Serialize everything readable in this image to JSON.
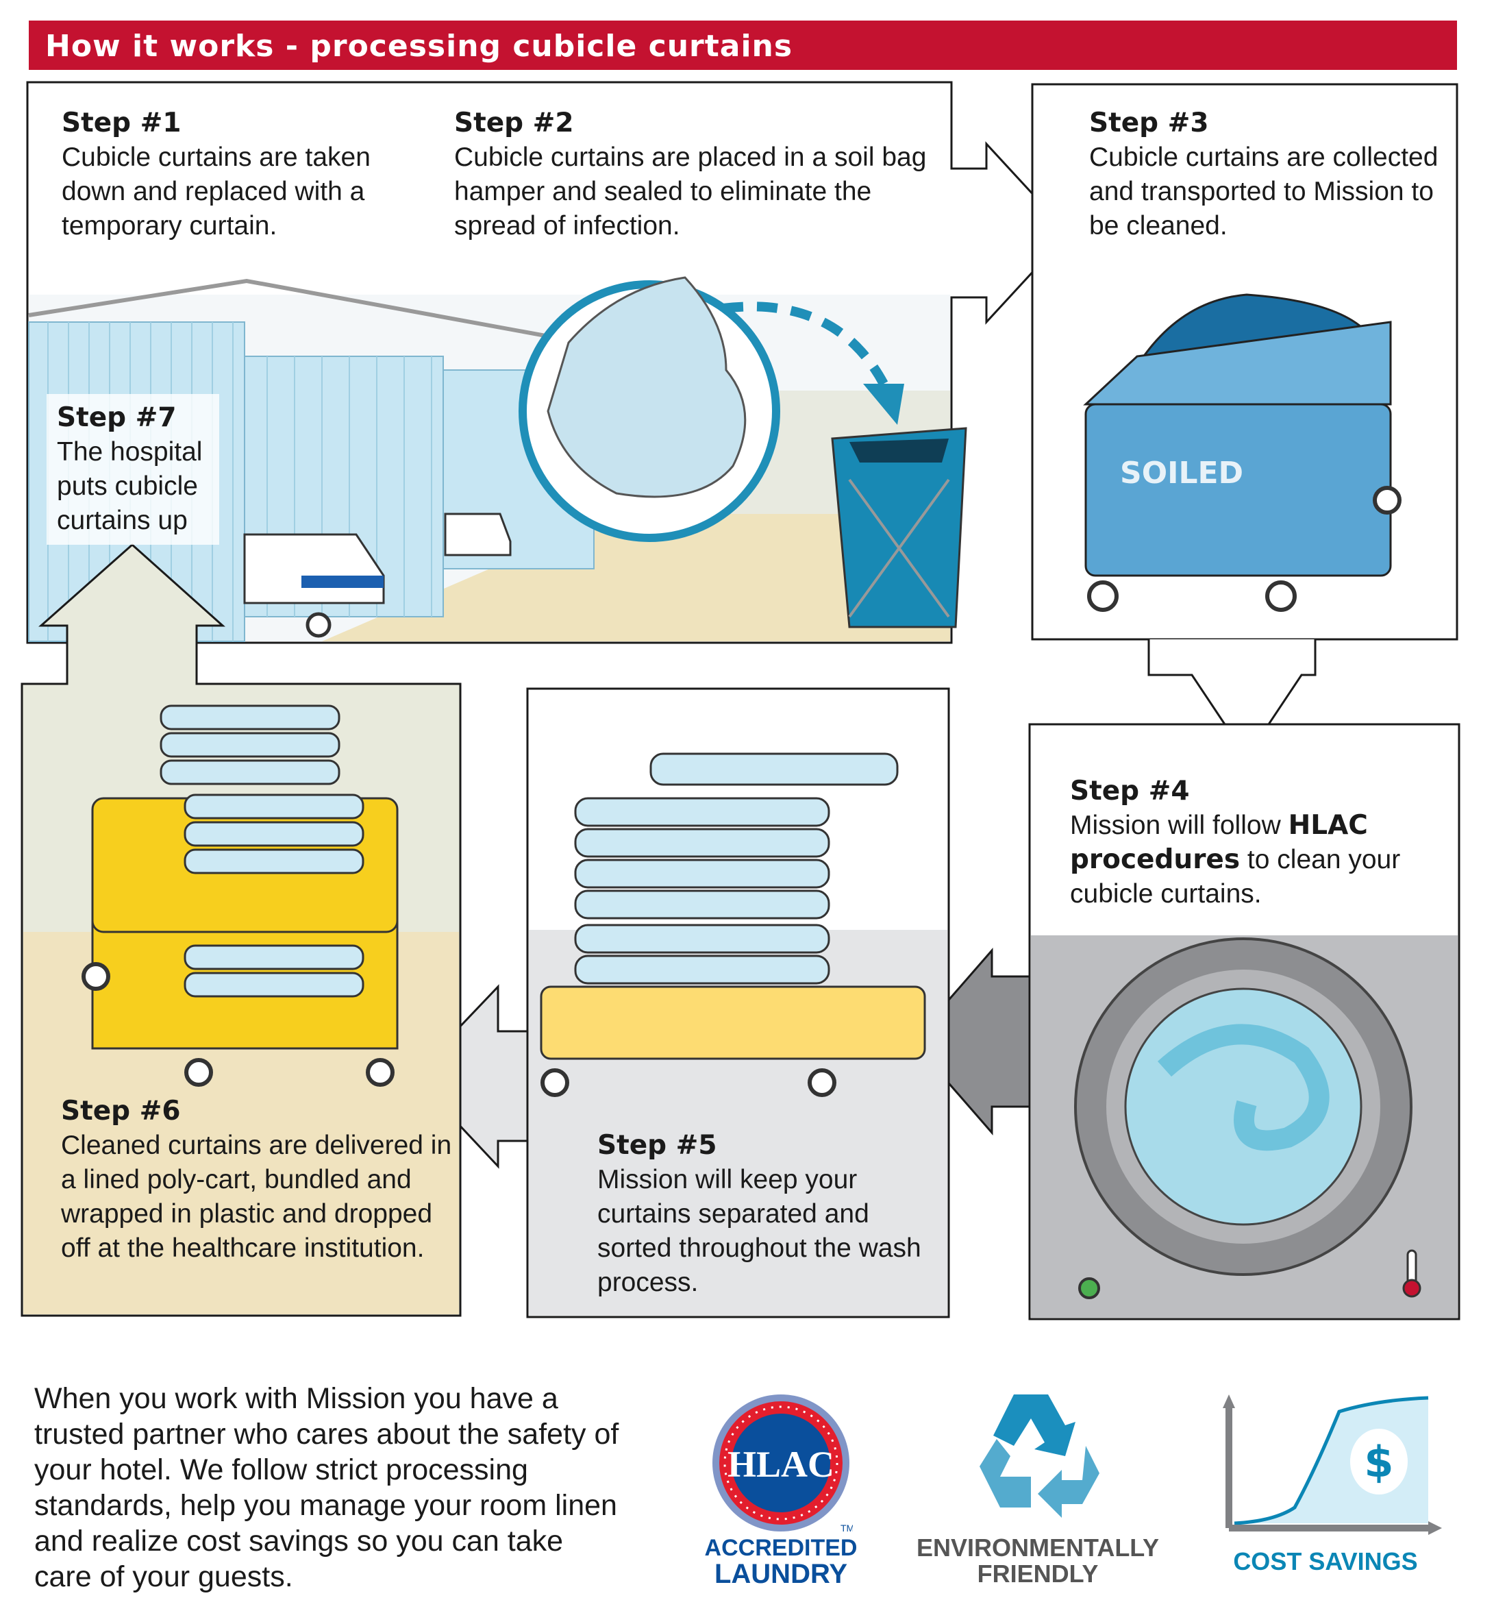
{
  "header": {
    "title": "How it works - processing cubicle curtains"
  },
  "steps": [
    {
      "title": "Step #1",
      "text": "Cubicle curtains are taken down and replaced with a temporary curtain."
    },
    {
      "title": "Step #2",
      "text": "Cubicle curtains are placed in a soil bag hamper and sealed to eliminate the spread of infection."
    },
    {
      "title": "Step #3",
      "text": "Cubicle curtains are collected and transported to Mission to be cleaned."
    },
    {
      "title": "Step #4",
      "text_pre": "Mission will follow ",
      "text_bold": "HLAC procedures",
      "text_post": " to clean your cubicle curtains."
    },
    {
      "title": "Step #5",
      "text": "Mission will keep your curtains separated and sorted throughout the wash process."
    },
    {
      "title": "Step #6",
      "text": "Cleaned curtains are delivered in a lined poly-cart, bundled and wrapped in plastic and dropped off at the healthcare institution."
    },
    {
      "title": "Step #7",
      "text": "The hospital puts cubicle curtains up"
    }
  ],
  "cart_label": "SOILED",
  "bottom_text": "When you work with Mission you have a trusted partner who cares about the safety of your hotel. We follow strict processing standards, help you manage your room linen and realize cost savings so you can take care of your guests.",
  "badges": {
    "hlac": {
      "logo": "HLAC",
      "tm": "TM",
      "line1": "ACCREDITED",
      "line2": "LAUNDRY"
    },
    "env": {
      "line1": "ENVIRONMENTALLY",
      "line2": "FRIENDLY"
    },
    "cost": {
      "symbol": "$",
      "label": "COST SAVINGS"
    }
  },
  "colors": {
    "red": "#c41230",
    "blue": "#0b86b5",
    "navy": "#0a4f9c",
    "yellow": "#f7cf1e",
    "beige": "#f0e3bf"
  }
}
